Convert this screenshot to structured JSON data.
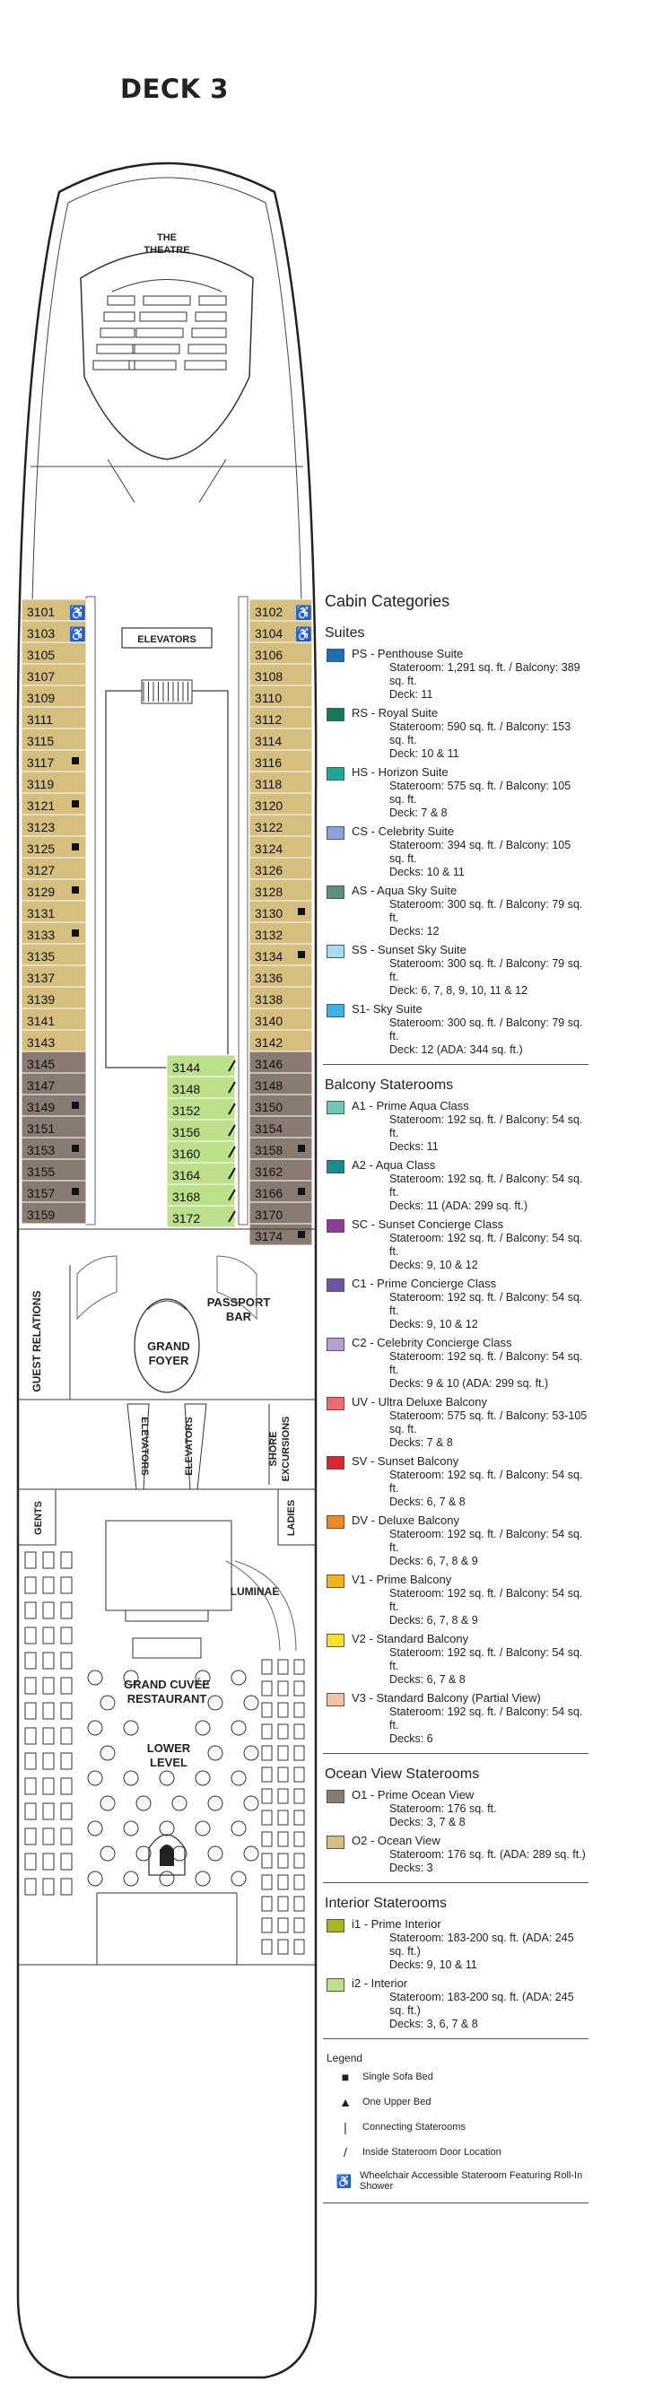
{
  "deck": {
    "title": "DECK 3"
  },
  "venues": {
    "theatre": [
      "THE",
      "THEATRE"
    ],
    "elevators_top": "ELEVATORS",
    "grand_foyer": [
      "GRAND",
      "FOYER"
    ],
    "passport_bar": [
      "PASSPORT",
      "BAR"
    ],
    "guest_relations": "GUEST RELATIONS",
    "elevators_left": "ELEVATORS",
    "elevators_right": "ELEVATORS",
    "shore_excursions": [
      "SHORE",
      "EXCURSIONS"
    ],
    "gents": "GENTS",
    "ladies": "LADIES",
    "luminae": "LUMINAE",
    "grand_cuvee": [
      "GRAND CUVÉE",
      "RESTAURANT"
    ],
    "lower_level": [
      "LOWER",
      "LEVEL"
    ]
  },
  "cabins": {
    "port": [
      {
        "num": "3101",
        "cat": "O2",
        "mark": "wheelchair"
      },
      {
        "num": "3103",
        "cat": "O2",
        "mark": "wheelchair"
      },
      {
        "num": "3105",
        "cat": "O2"
      },
      {
        "num": "3107",
        "cat": "O2"
      },
      {
        "num": "3109",
        "cat": "O2"
      },
      {
        "num": "3111",
        "cat": "O2"
      },
      {
        "num": "3115",
        "cat": "O2"
      },
      {
        "num": "3117",
        "cat": "O2",
        "mark": "sofa"
      },
      {
        "num": "3119",
        "cat": "O2"
      },
      {
        "num": "3121",
        "cat": "O2",
        "mark": "sofa"
      },
      {
        "num": "3123",
        "cat": "O2"
      },
      {
        "num": "3125",
        "cat": "O2",
        "mark": "sofa"
      },
      {
        "num": "3127",
        "cat": "O2"
      },
      {
        "num": "3129",
        "cat": "O2",
        "mark": "sofa"
      },
      {
        "num": "3131",
        "cat": "O2"
      },
      {
        "num": "3133",
        "cat": "O2",
        "mark": "sofa"
      },
      {
        "num": "3135",
        "cat": "O2"
      },
      {
        "num": "3137",
        "cat": "O2"
      },
      {
        "num": "3139",
        "cat": "O2"
      },
      {
        "num": "3141",
        "cat": "O2"
      },
      {
        "num": "3143",
        "cat": "O2"
      },
      {
        "num": "3145",
        "cat": "O1"
      },
      {
        "num": "3147",
        "cat": "O1"
      },
      {
        "num": "3149",
        "cat": "O1",
        "mark": "sofa"
      },
      {
        "num": "3151",
        "cat": "O1"
      },
      {
        "num": "3153",
        "cat": "O1",
        "mark": "sofa"
      },
      {
        "num": "3155",
        "cat": "O1"
      },
      {
        "num": "3157",
        "cat": "O1",
        "mark": "sofa"
      },
      {
        "num": "3159",
        "cat": "O1"
      }
    ],
    "starboard": [
      {
        "num": "3102",
        "cat": "O2",
        "mark": "wheelchair"
      },
      {
        "num": "3104",
        "cat": "O2",
        "mark": "wheelchair"
      },
      {
        "num": "3106",
        "cat": "O2"
      },
      {
        "num": "3108",
        "cat": "O2"
      },
      {
        "num": "3110",
        "cat": "O2"
      },
      {
        "num": "3112",
        "cat": "O2"
      },
      {
        "num": "3114",
        "cat": "O2"
      },
      {
        "num": "3116",
        "cat": "O2"
      },
      {
        "num": "3118",
        "cat": "O2"
      },
      {
        "num": "3120",
        "cat": "O2"
      },
      {
        "num": "3122",
        "cat": "O2"
      },
      {
        "num": "3124",
        "cat": "O2"
      },
      {
        "num": "3126",
        "cat": "O2"
      },
      {
        "num": "3128",
        "cat": "O2"
      },
      {
        "num": "3130",
        "cat": "O2",
        "mark": "sofa"
      },
      {
        "num": "3132",
        "cat": "O2"
      },
      {
        "num": "3134",
        "cat": "O2",
        "mark": "sofa"
      },
      {
        "num": "3136",
        "cat": "O2"
      },
      {
        "num": "3138",
        "cat": "O2"
      },
      {
        "num": "3140",
        "cat": "O2"
      },
      {
        "num": "3142",
        "cat": "O2"
      },
      {
        "num": "3146",
        "cat": "O1"
      },
      {
        "num": "3148",
        "cat": "O1"
      },
      {
        "num": "3150",
        "cat": "O1"
      },
      {
        "num": "3154",
        "cat": "O1"
      },
      {
        "num": "3158",
        "cat": "O1",
        "mark": "sofa"
      },
      {
        "num": "3162",
        "cat": "O1"
      },
      {
        "num": "3166",
        "cat": "O1",
        "mark": "sofa"
      },
      {
        "num": "3170",
        "cat": "O1"
      },
      {
        "num": "3174",
        "cat": "O1",
        "mark": "sofa"
      }
    ],
    "interior": [
      {
        "num": "3144",
        "cat": "i2"
      },
      {
        "num": "3148",
        "cat": "i2"
      },
      {
        "num": "3152",
        "cat": "i2"
      },
      {
        "num": "3156",
        "cat": "i2"
      },
      {
        "num": "3160",
        "cat": "i2"
      },
      {
        "num": "3164",
        "cat": "i2"
      },
      {
        "num": "3168",
        "cat": "i2"
      },
      {
        "num": "3172",
        "cat": "i2"
      }
    ]
  },
  "legend": {
    "heading": "Cabin Categories",
    "groups": [
      {
        "title": "Suites",
        "items": [
          {
            "name": "PS - Penthouse Suite",
            "color": "#1f6fb5",
            "details": [
              "Stateroom: 1,291 sq. ft. / Balcony: 389 sq. ft.",
              "Deck: 11"
            ]
          },
          {
            "name": "RS - Royal Suite",
            "color": "#16785c",
            "details": [
              "Stateroom: 590 sq. ft. / Balcony: 153 sq. ft.",
              "Deck: 10 & 11"
            ]
          },
          {
            "name": "HS - Horizon Suite",
            "color": "#1aa89a",
            "details": [
              "Stateroom: 575 sq. ft. / Balcony: 105 sq. ft.",
              "Deck: 7 & 8"
            ]
          },
          {
            "name": "CS - Celebrity Suite",
            "color": "#8aa2d8",
            "details": [
              "Stateroom: 394 sq. ft. / Balcony: 105 sq. ft.",
              "Decks: 10 & 11"
            ]
          },
          {
            "name": "AS - Aqua Sky Suite",
            "color": "#5e8f7a",
            "details": [
              "Stateroom: 300 sq. ft. / Balcony: 79 sq. ft.",
              "Decks: 12"
            ]
          },
          {
            "name": "SS - Sunset Sky Suite",
            "color": "#a9dbf0",
            "details": [
              "Stateroom: 300 sq. ft. / Balcony: 79 sq. ft.",
              "Deck: 6, 7, 8, 9, 10, 11 & 12"
            ]
          },
          {
            "name": "S1- Sky Suite",
            "color": "#3cb2e6",
            "details": [
              "Stateroom: 300 sq. ft. / Balcony: 79 sq. ft.",
              "Deck: 12    (ADA: 344 sq. ft.)"
            ]
          }
        ]
      },
      {
        "title": "Balcony Staterooms",
        "items": [
          {
            "name": "A1 - Prime Aqua Class",
            "color": "#6fc7b8",
            "details": [
              "Stateroom: 192 sq. ft. / Balcony: 54 sq. ft.",
              "Decks: 11"
            ]
          },
          {
            "name": "A2 - Aqua Class",
            "color": "#1a8a8f",
            "details": [
              "Stateroom: 192 sq. ft. / Balcony: 54 sq. ft.",
              "Decks: 11   (ADA: 299 sq. ft.)"
            ]
          },
          {
            "name": "SC - Sunset Concierge Class",
            "color": "#8a3e96",
            "details": [
              "Stateroom: 192 sq. ft. / Balcony: 54 sq. ft.",
              "Decks: 9, 10 & 12"
            ]
          },
          {
            "name": "C1 - Prime Concierge Class",
            "color": "#6d55a3",
            "details": [
              "Stateroom: 192 sq. ft. / Balcony: 54 sq. ft.",
              "Decks: 9, 10 & 12"
            ]
          },
          {
            "name": "C2 - Celebrity Concierge Class",
            "color": "#b8a0d0",
            "details": [
              "Stateroom: 192 sq. ft. / Balcony: 54 sq. ft.",
              "Decks: 9 & 10   (ADA: 299 sq. ft.)"
            ]
          },
          {
            "name": "UV - Ultra Deluxe Balcony",
            "color": "#ef6b73",
            "details": [
              "Stateroom: 575 sq. ft. / Balcony: 53-105 sq. ft.",
              "Decks: 7 & 8"
            ]
          },
          {
            "name": "SV - Sunset Balcony",
            "color": "#d9262e",
            "details": [
              "Stateroom: 192 sq. ft. / Balcony: 54 sq. ft.",
              "Decks: 6, 7 & 8"
            ]
          },
          {
            "name": "DV - Deluxe Balcony",
            "color": "#ef8a22",
            "details": [
              "Stateroom: 192 sq. ft. / Balcony: 54 sq. ft.",
              "Decks: 6, 7, 8 & 9"
            ]
          },
          {
            "name": "V1 - Prime Balcony",
            "color": "#f2b31c",
            "details": [
              "Stateroom: 192 sq. ft. / Balcony: 54 sq. ft.",
              "Decks: 6, 7, 8 & 9"
            ]
          },
          {
            "name": "V2 - Standard Balcony",
            "color": "#f5e02a",
            "details": [
              "Stateroom: 192 sq. ft. / Balcony: 54 sq. ft.",
              "Decks: 6, 7 & 8"
            ]
          },
          {
            "name": "V3 - Standard Balcony (Partial View)",
            "color": "#f4c2a6",
            "details": [
              "Stateroom: 192 sq. ft. / Balcony: 54 sq. ft.",
              "Decks: 6"
            ]
          }
        ]
      },
      {
        "title": "Ocean View Staterooms",
        "items": [
          {
            "name": "O1 - Prime Ocean View",
            "color": "#8a7b72",
            "details": [
              "Stateroom: 176 sq. ft.",
              "Decks: 3, 7 & 8"
            ]
          },
          {
            "name": "O2 - Ocean View",
            "color": "#d6be7e",
            "details": [
              "Stateroom: 176 sq. ft.  (ADA: 289 sq. ft.)",
              "Decks: 3"
            ]
          }
        ]
      },
      {
        "title": "Interior Staterooms",
        "items": [
          {
            "name": "i1 - Prime Interior",
            "color": "#a9b61f",
            "details": [
              "Stateroom: 183-200 sq. ft. (ADA: 245 sq. ft.)",
              "Decks: 9, 10 & 11"
            ]
          },
          {
            "name": "i2 - Interior",
            "color": "#bde08a",
            "details": [
              "Stateroom: 183-200 sq. ft. (ADA: 245 sq. ft.)",
              "Decks: 3, 6, 7 & 8"
            ]
          }
        ]
      }
    ],
    "symbols_title": "Legend",
    "symbols": [
      {
        "icon": "■",
        "label": "Single Sofa Bed"
      },
      {
        "icon": "▲",
        "label": "One Upper Bed"
      },
      {
        "icon": "|",
        "label": "Connecting Staterooms"
      },
      {
        "icon": "/",
        "label": "Inside Stateroom Door Location"
      },
      {
        "icon": "♿",
        "label": "Wheelchair Accessible Stateroom Featuring Roll-In Shower"
      }
    ]
  }
}
